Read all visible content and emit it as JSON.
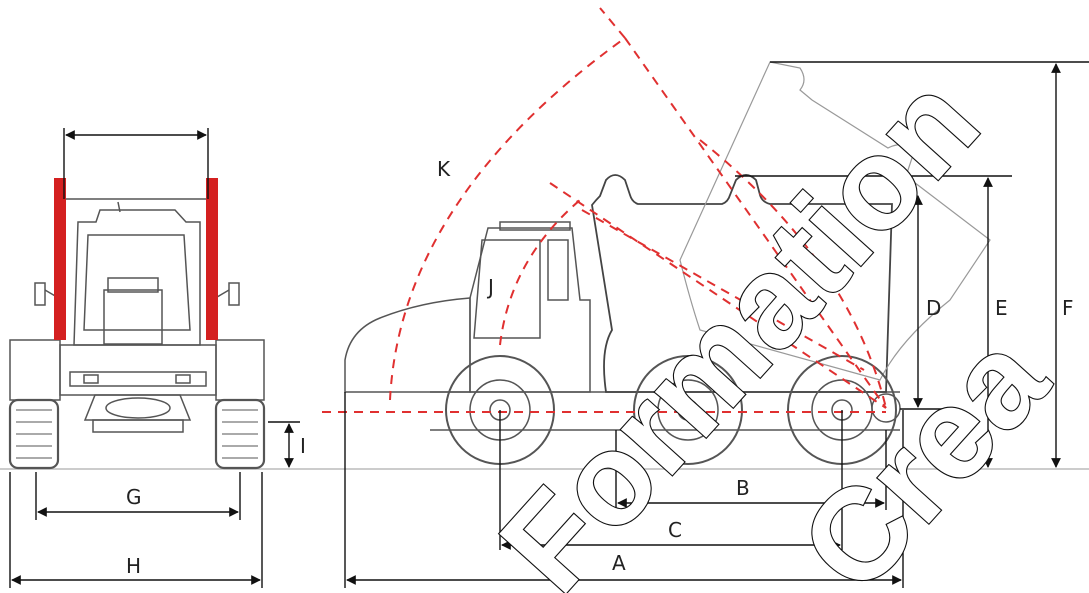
{
  "labels": {
    "a": "A",
    "b": "B",
    "c": "C",
    "d": "D",
    "e": "E",
    "f": "F",
    "g": "G",
    "h": "H",
    "i": "I",
    "j": "J",
    "k": "K"
  },
  "watermark": {
    "line1": "Formation",
    "line2": "Crea"
  },
  "colors": {
    "ink": "#555555",
    "dimension_line": "#111111",
    "cylinder": "#d42020",
    "arc": "#e03030"
  }
}
